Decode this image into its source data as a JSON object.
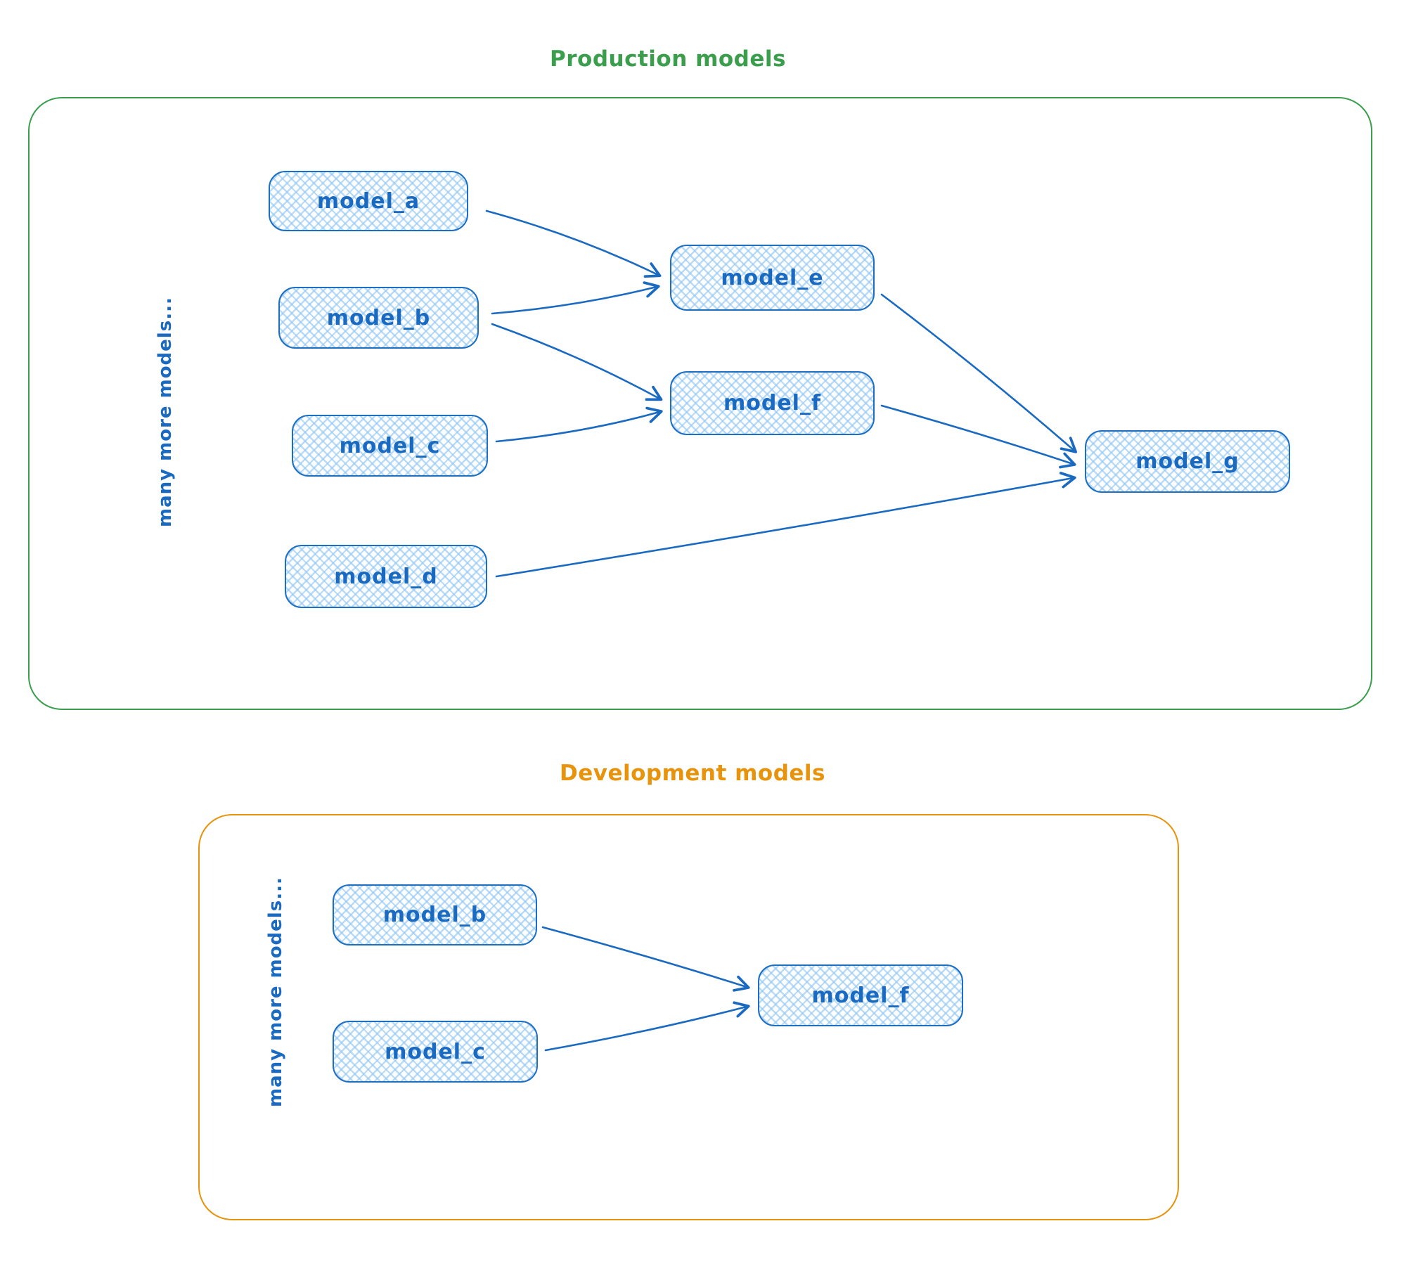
{
  "style": {
    "node_stroke": "#1c6fc2",
    "node_fill_hatch": "#a5d8ff",
    "node_text": "#1b6ac1",
    "production_accent": "#3a9e4c",
    "development_accent": "#e8930c"
  },
  "production": {
    "title": "Production models",
    "side_label": "many more models...",
    "nodes": {
      "a": {
        "label": "model_a"
      },
      "b": {
        "label": "model_b"
      },
      "c": {
        "label": "model_c"
      },
      "d": {
        "label": "model_d"
      },
      "e": {
        "label": "model_e"
      },
      "f": {
        "label": "model_f"
      },
      "g": {
        "label": "model_g"
      }
    },
    "edges": [
      {
        "from": "model_a",
        "to": "model_e"
      },
      {
        "from": "model_b",
        "to": "model_e"
      },
      {
        "from": "model_b",
        "to": "model_f"
      },
      {
        "from": "model_c",
        "to": "model_f"
      },
      {
        "from": "model_e",
        "to": "model_g"
      },
      {
        "from": "model_f",
        "to": "model_g"
      },
      {
        "from": "model_d",
        "to": "model_g"
      }
    ]
  },
  "development": {
    "title": "Development models",
    "side_label": "many more models...",
    "nodes": {
      "b": {
        "label": "model_b"
      },
      "c": {
        "label": "model_c"
      },
      "f": {
        "label": "model_f"
      }
    },
    "edges": [
      {
        "from": "model_b",
        "to": "model_f"
      },
      {
        "from": "model_c",
        "to": "model_f"
      }
    ]
  }
}
